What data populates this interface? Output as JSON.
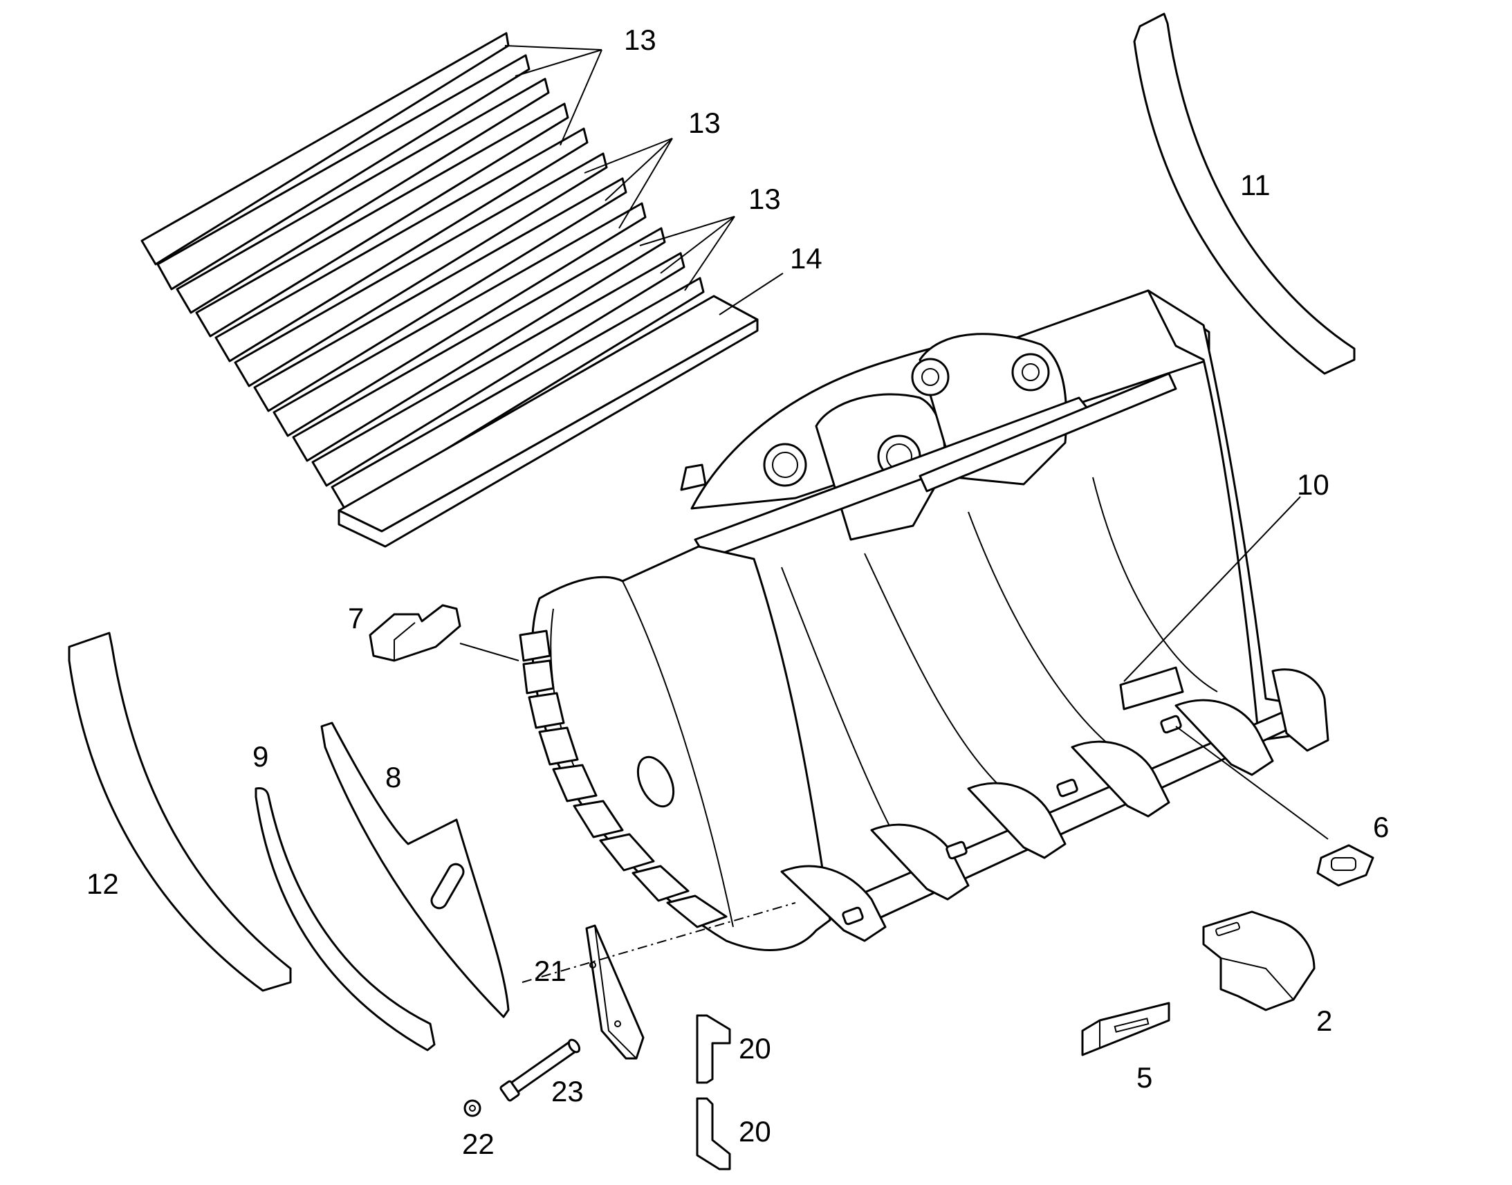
{
  "callouts": {
    "c13a": "13",
    "c13b": "13",
    "c13c": "13",
    "c14": "14",
    "c11": "11",
    "c10": "10",
    "c7": "7",
    "c9": "9",
    "c8": "8",
    "c12": "12",
    "c6": "6",
    "c2": "2",
    "c5": "5",
    "c21": "21",
    "c20a": "20",
    "c20b": "20",
    "c23": "23",
    "c22": "22"
  }
}
